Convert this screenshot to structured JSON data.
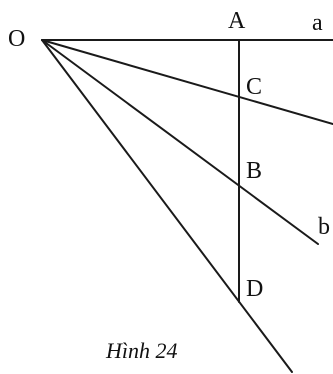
{
  "figure": {
    "caption": "Hình 24",
    "points": {
      "O": "O",
      "A": "A",
      "a": "a",
      "C": "C",
      "B": "B",
      "b": "b",
      "D": "D"
    }
  }
}
